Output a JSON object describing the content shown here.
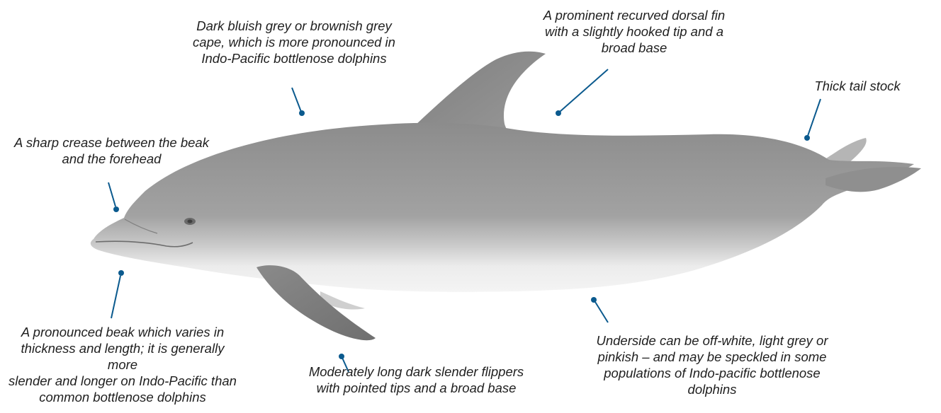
{
  "accent_color": "#0b5a8e",
  "dolphin": {
    "body_color": "#9c9c9c",
    "belly_color": "#efefef",
    "fin_color": "#8a8a8a"
  },
  "annotations": [
    {
      "id": "cape",
      "text": "Dark  bluish grey  or brownish grey\ncape, which is more pronounced in\nIndo-Pacific bottlenose dolphins"
    },
    {
      "id": "fin",
      "text": "A prominent recurved dorsal fin\nwith a slightly hooked tip and a\nbroad base"
    },
    {
      "id": "tail",
      "text": "Thick tail stock"
    },
    {
      "id": "crease",
      "text": "A sharp crease between the beak\nand the forehead"
    },
    {
      "id": "beak",
      "text": "A pronounced beak which varies in\nthickness and length; it is generally more\nslender and longer on Indo-Pacific than\ncommon bottlenose dolphins"
    },
    {
      "id": "flip",
      "text": "Moderately long dark slender flippers\nwith pointed tips and a broad base"
    },
    {
      "id": "under",
      "text": "Underside can be off-white, light grey or\npinkish – and may be speckled in some\npopulations of Indo-pacific bottlenose\ndolphins"
    }
  ]
}
